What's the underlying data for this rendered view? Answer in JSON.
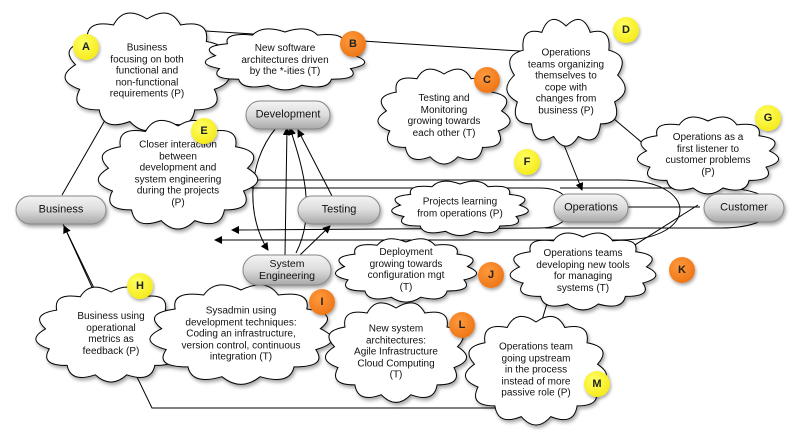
{
  "nodes": {
    "business": "Business",
    "development": "Development",
    "testing": "Testing",
    "system_engineering": "System\nEngineering",
    "operations": "Operations",
    "customer": "Customer"
  },
  "callouts": {
    "A": {
      "letter": "A",
      "text": "Business\nfocusing on both\nfunctional and\nnon-functional\nrequirements (P)",
      "color": "#f2e400"
    },
    "B": {
      "letter": "B",
      "text": "New software\narchitectures driven\nby the *-ities (T)",
      "color": "#e86a0a"
    },
    "C": {
      "letter": "C",
      "text": "Testing and\nMonitoring\ngrowing towards\neach other (T)",
      "color": "#e86a0a"
    },
    "D": {
      "letter": "D",
      "text": "Operations\nteams organizing\nthemselves to\ncope with\nchanges from\nbusiness (P)",
      "color": "#f2e400"
    },
    "E": {
      "letter": "E",
      "text": "Closer interaction\nbetween\ndevelopment and\nsystem engineering\nduring the projects\n(P)",
      "color": "#f2e400"
    },
    "F": {
      "letter": "F",
      "text": "Projects learning\nfrom operations (P)",
      "color": "#f2e400"
    },
    "G": {
      "letter": "G",
      "text": "Operations as a\nfirst listener to\ncustomer problems\n(P)",
      "color": "#f2e400"
    },
    "H": {
      "letter": "H",
      "text": "Business using\noperational\nmetrics as\nfeedback (P)",
      "color": "#f2e400"
    },
    "I": {
      "letter": "I",
      "text": "Sysadmin using\ndevelopment techniques:\nCoding an infrastructure,\nversion control, continuous\nintegration (T)",
      "color": "#e86a0a"
    },
    "J": {
      "letter": "J",
      "text": "Deployment\ngrowing towards\nconfiguration mgt\n(T)",
      "color": "#e86a0a"
    },
    "K": {
      "letter": "K",
      "text": "Operations teams\ndeveloping new tools\nfor managing\nsystems (T)",
      "color": "#e86a0a"
    },
    "L": {
      "letter": "L",
      "text": "New system\narchitectures:\nAgile Infrastructure\nCloud Computing\n(T)",
      "color": "#e86a0a"
    },
    "M": {
      "letter": "M",
      "text": "Operations team\ngoing upstream\nin the process\ninstead of more\npassive role (P)",
      "color": "#f2e400"
    }
  }
}
